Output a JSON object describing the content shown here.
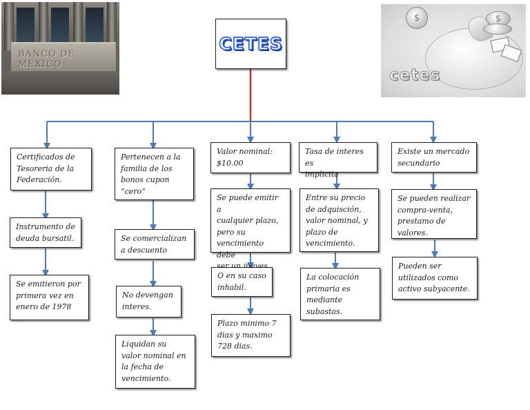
{
  "title": "CETES",
  "decor": {
    "bank_photo_engraving": "BANCO DE MEXICO",
    "piggy_brand_text": "cetes",
    "coin_symbol": "$"
  },
  "columns": [
    {
      "nodes": [
        "Certificados de\nTesoreria de la\nFederación.",
        "Instrumento de\ndeuda bursatil.",
        "Se emitieron por\nprimera vez en\nenero de 1978"
      ]
    },
    {
      "nodes": [
        "Pertenecen a la\nfamilia de los\nbonos cupon\n“cero”",
        "Se comercializan\na descuento",
        "No devengan\ninteres.",
        "Liquidan su\nvalor nominal en\nla fecha de\nvencimiento."
      ]
    },
    {
      "nodes": [
        "Valor nominal:\n$10.00",
        "Se puede emitir a\ncualquier plazo,\npero su\nvencimiento debe\nser un jueves.",
        "O en su caso\ninhabil.",
        "Plazo minimo 7\ndias y maximo\n728 dias."
      ]
    },
    {
      "nodes": [
        "Tasa de interes es\nimplicita",
        "Entre su precio\nde adquisción,\nvalor nominal, y\nplazo de\nvencimiento.",
        "La colocación\nprimaria es\nmediante\nsubastas."
      ]
    },
    {
      "nodes": [
        "Existe un mercado\nsecundario",
        "Se pueden realizar\ncompra-venta,\nprestamo de\nvalores.",
        "Pueden ser\nutilizados como\nactivo subyacente."
      ]
    }
  ],
  "colors": {
    "trunk": "#c0392b",
    "bus": "#4a7ab8",
    "arrow": "#4a7ab8",
    "border": "#1a1a1a"
  }
}
